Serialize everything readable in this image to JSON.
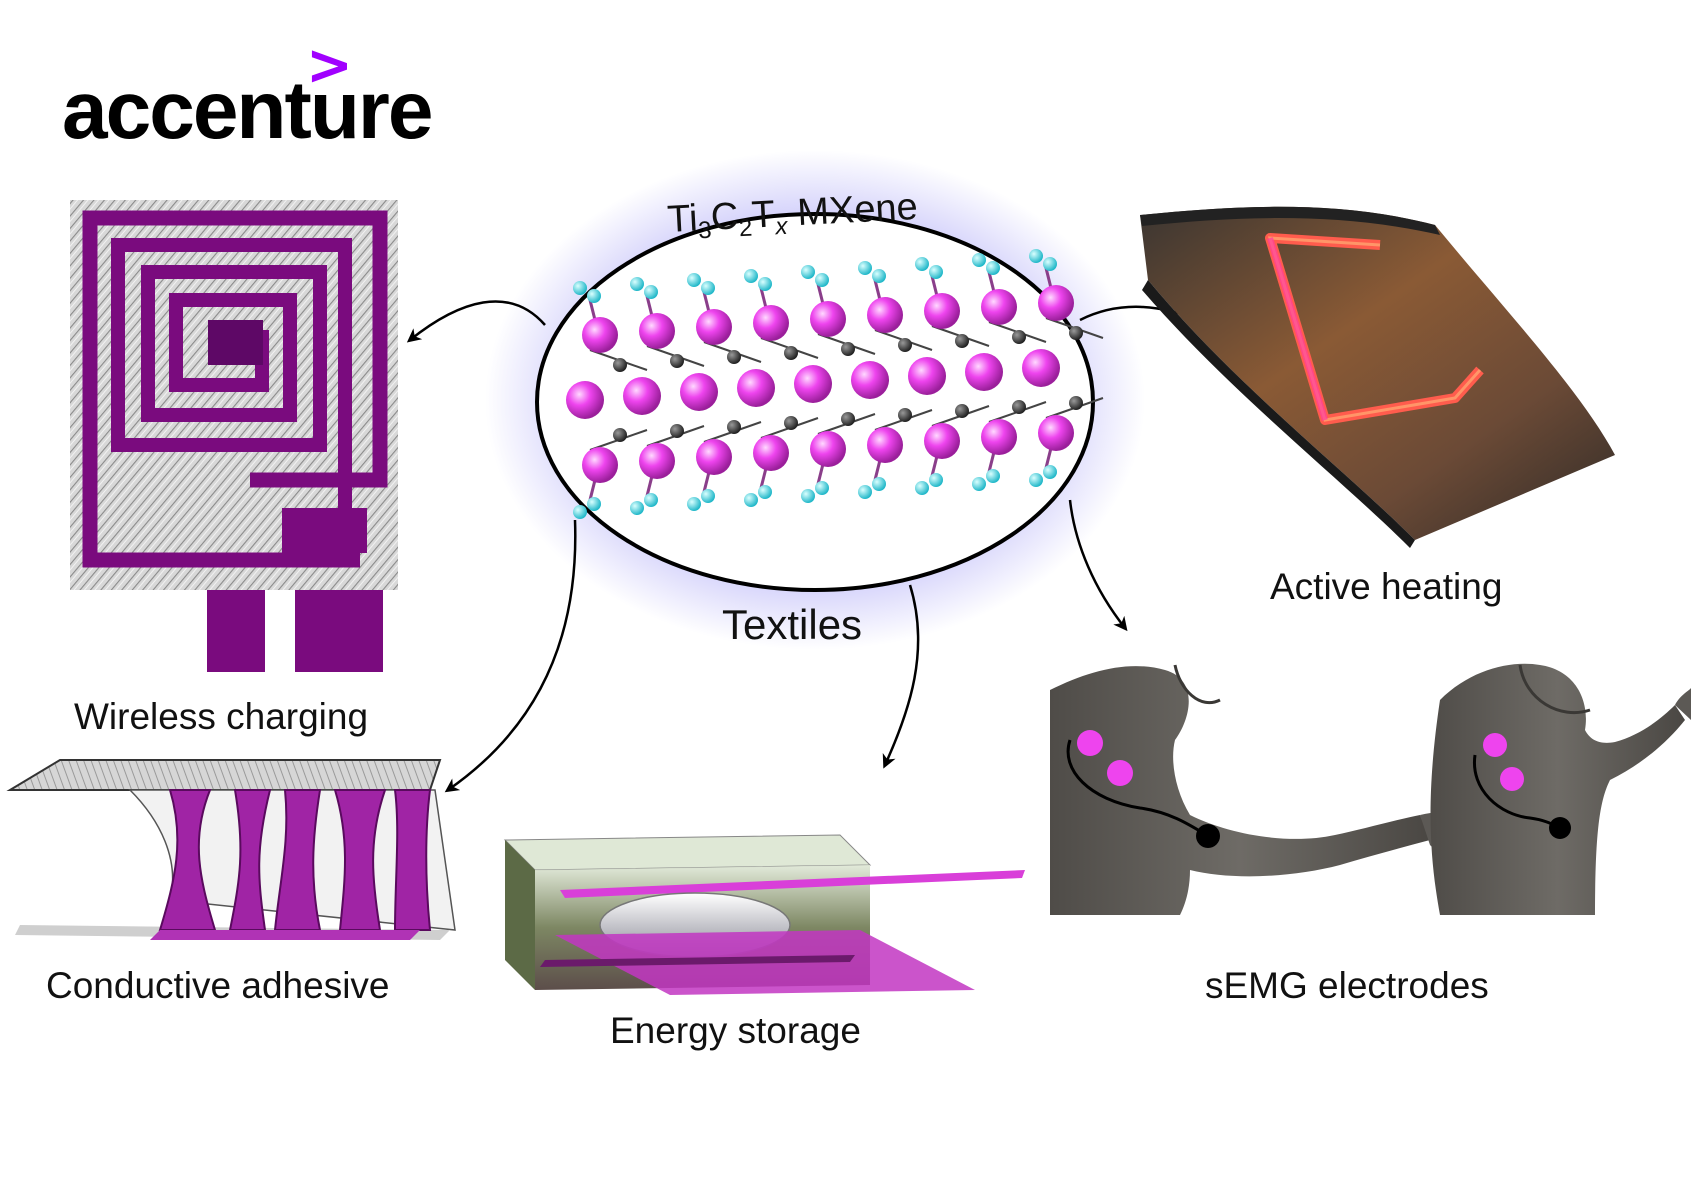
{
  "logo": {
    "text": "accenture",
    "mark": ">"
  },
  "center": {
    "material_prefix": "Ti",
    "material_sub_1": "3",
    "material_mid": "C",
    "material_sub_2": "2",
    "material_t": "T",
    "material_sub_x": "x",
    "material_suffix": " MXene",
    "caption": "Textiles"
  },
  "applications": [
    {
      "id": "wireless-charging",
      "label": "Wireless charging"
    },
    {
      "id": "active-heating",
      "label": "Active heating"
    },
    {
      "id": "conductive-adhesive",
      "label": "Conductive adhesive"
    },
    {
      "id": "energy-storage",
      "label": "Energy storage"
    },
    {
      "id": "semg-electrodes",
      "label": "sEMG electrodes"
    }
  ],
  "colors": {
    "accent": "#a100ff",
    "magenta": "#ee44ee",
    "purple": "#7a0b7e",
    "cyan": "#33d5e6",
    "carbon": "#333333",
    "glow": "#7a73f2",
    "skin": "#5e5b56",
    "heat": "#ff5533"
  }
}
